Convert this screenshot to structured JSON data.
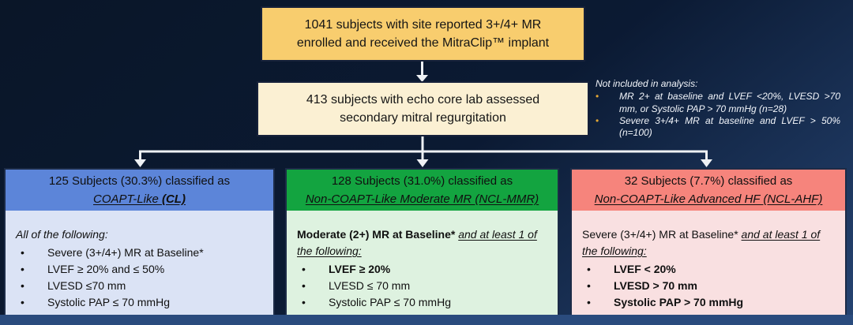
{
  "flow": {
    "top_box": {
      "lines": [
        "1041 subjects with site reported 3+/4+ MR",
        "enrolled and received the MitraClip™ implant"
      ]
    },
    "echo_box": {
      "lines": [
        "413 subjects with echo core lab assessed",
        "secondary mitral regurgitation"
      ]
    },
    "exclusions": {
      "title": "Not included in analysis:",
      "items": [
        "MR 2+ at baseline and LVEF <20%, LVESD >70 mm, or Systolic PAP > 70 mmHg (n=28)",
        "Severe 3+/4+ MR at baseline and LVEF > 50% (n=100)"
      ]
    },
    "groups": [
      {
        "count_line": "125 Subjects (30.3%) classified as",
        "name": "COAPT-Like ",
        "abbr": "(CL)",
        "lead_main": "All of the following:",
        "lead_rest": "",
        "bullets": [
          "Severe (3+/4+) MR at Baseline*",
          "LVEF ≥ 20% and ≤ 50%",
          "LVESD ≤70 mm",
          "Systolic PAP ≤ 70 mmHg"
        ]
      },
      {
        "count_line": "128 Subjects (31.0%) classified as",
        "name": "Non-COAPT-Like Moderate MR (NCL-MMR)",
        "abbr": "",
        "lead_main": "Moderate (2+) MR at Baseline*",
        "lead_rest": "and at least 1 of the following:",
        "bullets": [
          "LVEF ≥ 20%",
          "LVESD ≤ 70 mm",
          "Systolic PAP ≤ 70 mmHg"
        ]
      },
      {
        "count_line": "32 Subjects (7.7%) classified as",
        "name": "Non-COAPT-Like Advanced HF (NCL-AHF)",
        "abbr": "",
        "lead_main": "Severe (3+/4+) MR at Baseline*",
        "lead_rest": "and at least 1 of the following:",
        "bullets": [
          "LVEF < 20%",
          "LVESD > 70 mm",
          "Systolic PAP > 70 mmHg"
        ]
      }
    ]
  },
  "colors": {
    "background_dark": "#0a1628",
    "background_light": "#2a4b7d",
    "enrolled_box_fill": "#f8cd6e",
    "echo_box_fill": "#fbf0d3",
    "cl_header_fill": "#5c85d9",
    "cl_body_fill": "#dbe3f5",
    "ncl_mmr_header_fill": "#13a440",
    "ncl_mmr_body_fill": "#def2e0",
    "ncl_ahf_header_fill": "#f6847c",
    "ncl_ahf_body_fill": "#f9e0e1",
    "note_bullet": "#e3a734",
    "arrow": "#eef1f4",
    "box_border": "#16213a",
    "footer_bar": "#2a4b7d"
  }
}
